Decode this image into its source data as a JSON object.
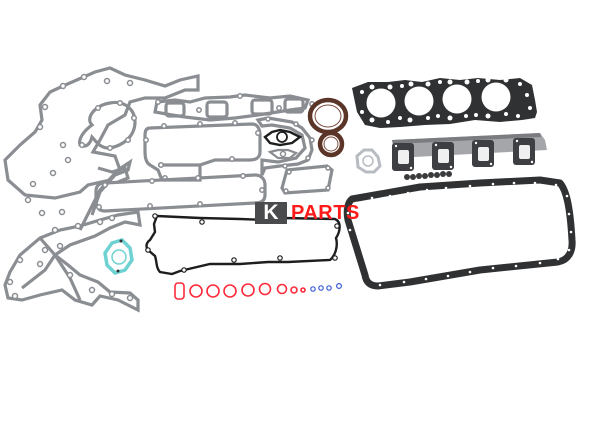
{
  "image": {
    "subject": "Engine full gasket kit",
    "background": "#ffffff"
  },
  "watermark": {
    "badge_letter": "K",
    "text": "PARTS",
    "badge_color": "#4a4b4d",
    "text_color": "#ff1a1a"
  },
  "parts": [
    {
      "name": "cylinder-head-gasket",
      "color": "#2f3133",
      "bores": 4
    },
    {
      "name": "exhaust-manifold-gasket",
      "color": "#8f9196",
      "ports": 4
    },
    {
      "name": "oil-pan-gasket",
      "color": "#2f3133"
    },
    {
      "name": "timing-cover-gaskets",
      "color": "#8a8d92"
    },
    {
      "name": "intake-manifold-gasket",
      "color": "#8a8d92"
    },
    {
      "name": "valve-cover-gasket",
      "color": "#1d1e20"
    },
    {
      "name": "crankshaft-oil-seals",
      "color": "#5a3528",
      "count": 2
    },
    {
      "name": "water-pump-gasket",
      "color": "#6fd2d2"
    },
    {
      "name": "valve-stem-seals",
      "color": "#3a3b3c",
      "count": 8
    },
    {
      "name": "red-o-rings",
      "color": "#ff2a3a",
      "count": 9
    },
    {
      "name": "blue-o-rings",
      "color": "#3a5ad0",
      "count": 4
    }
  ]
}
